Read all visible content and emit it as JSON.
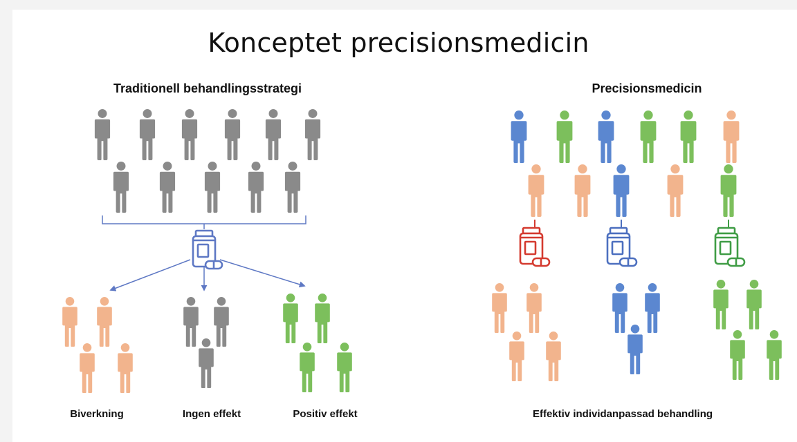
{
  "title": "Konceptet precisionsmedicin",
  "left": {
    "heading": "Traditionell behandlingsstrategi",
    "outcomes": [
      "Biverkning",
      "Ingen effekt",
      "Positiv effekt"
    ]
  },
  "right": {
    "heading": "Precisionsmedicin",
    "caption": "Effektiv individanpassad behandling"
  },
  "colors": {
    "gray": "#8a8a8a",
    "blue": "#5b87d0",
    "green": "#7cbf5c",
    "orange": "#f2b48d",
    "red_pill": "#d43a2f",
    "blue_pill": "#4c6fbf",
    "green_pill": "#3f9c45",
    "gray_pill": "#5e78c4"
  }
}
